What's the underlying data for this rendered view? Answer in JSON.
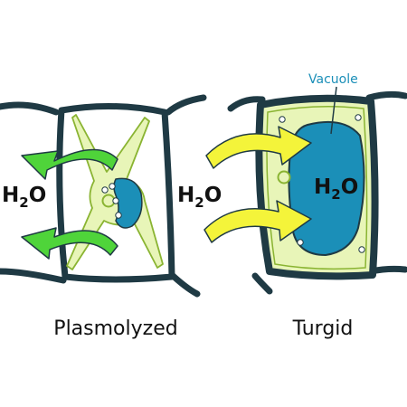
{
  "diagram": {
    "left_cell": {
      "caption": "Plasmolyzed",
      "water_label": {
        "main": "H",
        "sub": "2",
        "end": "O"
      }
    },
    "middle_label": {
      "main": "H",
      "sub": "2",
      "end": "O"
    },
    "right_cell": {
      "caption": "Turgid",
      "vacuole_label": "Vacuole",
      "water_label": {
        "main": "H",
        "sub": "2",
        "end": "O"
      }
    },
    "colors": {
      "wall": "#1f3a44",
      "cytoplasm": "#e8f5b8",
      "cytoplasm_edge": "#8ab432",
      "vacuole": "#1b8fb8",
      "arrow_out": "#4fd43a",
      "arrow_in": "#f4f43a",
      "vacuole_label": "#1b8fb8"
    }
  }
}
